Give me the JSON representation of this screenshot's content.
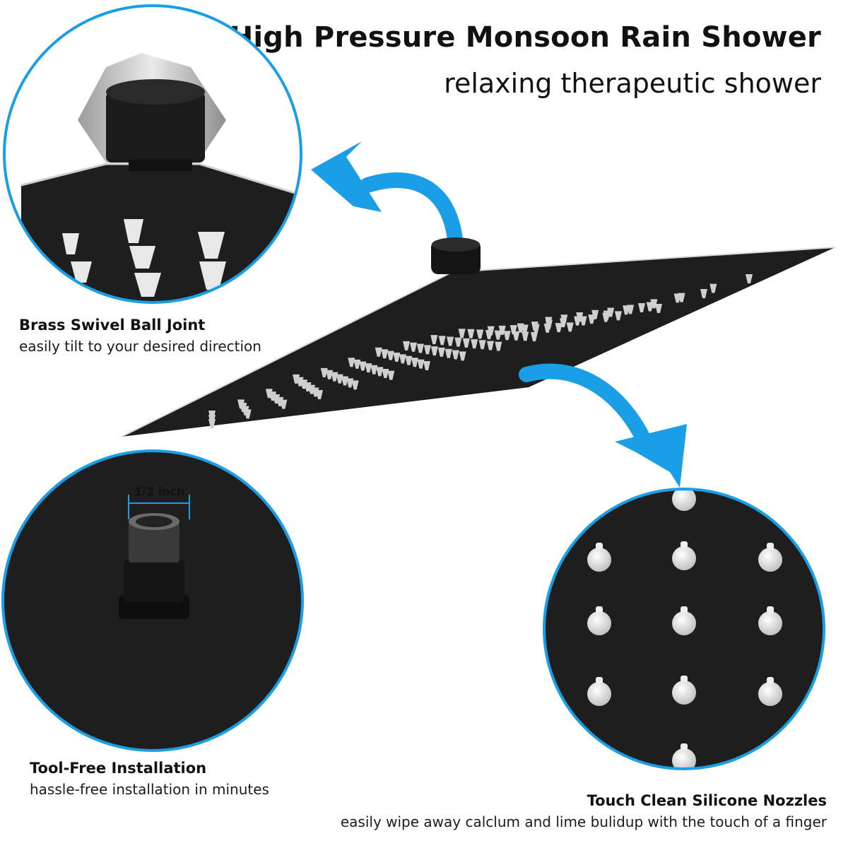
{
  "header": {
    "title": "High Pressure Monsoon Rain Shower",
    "subtitle": "relaxing therapeutic shower"
  },
  "features": [
    {
      "title": "Brass Swivel Ball Joint",
      "description": "easily tilt to your desired direction"
    },
    {
      "title": "Tool-Free Installation",
      "description": "hassle-free installation in minutes"
    },
    {
      "title": "Touch Clean Silicone Nozzles",
      "description": "easily wipe away calclum and lime bulidup with the touch of a finger"
    }
  ],
  "dimension_label": "1/2 inch",
  "colors": {
    "accent_blue": "#1a9ee6",
    "matte_black": "#1e1e1e",
    "nozzle_white": "#f2f2f2"
  }
}
